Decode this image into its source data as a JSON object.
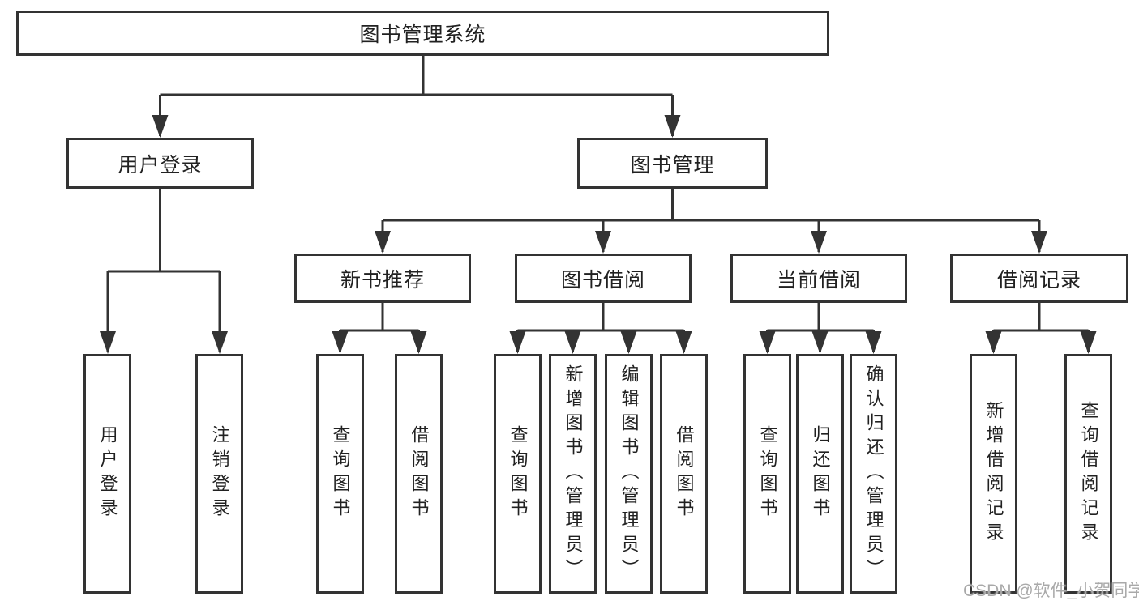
{
  "diagram": {
    "root": {
      "label": "图书管理系统"
    },
    "branches": [
      {
        "label": "用户登录",
        "children": [
          "用户登录",
          "注销登录"
        ]
      },
      {
        "label": "图书管理",
        "sections": [
          {
            "label": "新书推荐",
            "children": [
              "查询图书",
              "借阅图书"
            ]
          },
          {
            "label": "图书借阅",
            "children": [
              "查询图书",
              "新增图书（管理员）",
              "编辑图书（管理员）",
              "借阅图书"
            ]
          },
          {
            "label": "当前借阅",
            "children": [
              "查询图书",
              "归还图书",
              "确认归还（管理员）"
            ]
          },
          {
            "label": "借阅记录",
            "children": [
              "新增借阅记录",
              "查询借阅记录"
            ]
          }
        ]
      }
    ]
  },
  "watermark": {
    "text": "CSDN @软件_小贺同学"
  },
  "colors": {
    "line": "#333333",
    "box_border": "#333333",
    "text": "#212121",
    "watermark": "#a9a9a9",
    "background": "#ffffff"
  }
}
